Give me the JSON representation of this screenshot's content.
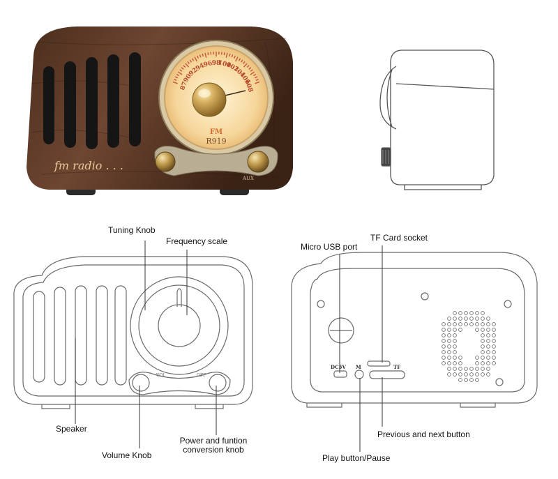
{
  "photo": {
    "dial_numbers": [
      "87",
      "90",
      "92",
      "94",
      "96",
      "98",
      "100",
      "102",
      "104",
      "106",
      "108"
    ],
    "band_label": "FM",
    "model_label": "R919",
    "brand_script": "fm radio . . .",
    "aux_label": "AUX",
    "colors": {
      "wood_dark": "#3b2416",
      "wood_mid": "#6b4530",
      "dial_amber": "#f1c98a",
      "dial_text": "#b5482a",
      "brass": "#c9a24a"
    }
  },
  "callouts": {
    "tuning_knob": "Tuning Knob",
    "frequency_scale": "Frequency scale",
    "speaker": "Speaker",
    "volume_knob": "Volume Knob",
    "power_function": "Power and funtion conversion knob",
    "micro_usb": "Micro USB port",
    "tf_card": "TF Card socket",
    "prev_next": "Previous and next button",
    "play_pause": "Play button/Pause"
  },
  "front_drawing": {
    "vol_label": "VOL",
    "off_label": "OFF"
  },
  "back_drawing": {
    "dc_label": "DC5V",
    "play_label": "M",
    "tf_label": "TF"
  }
}
